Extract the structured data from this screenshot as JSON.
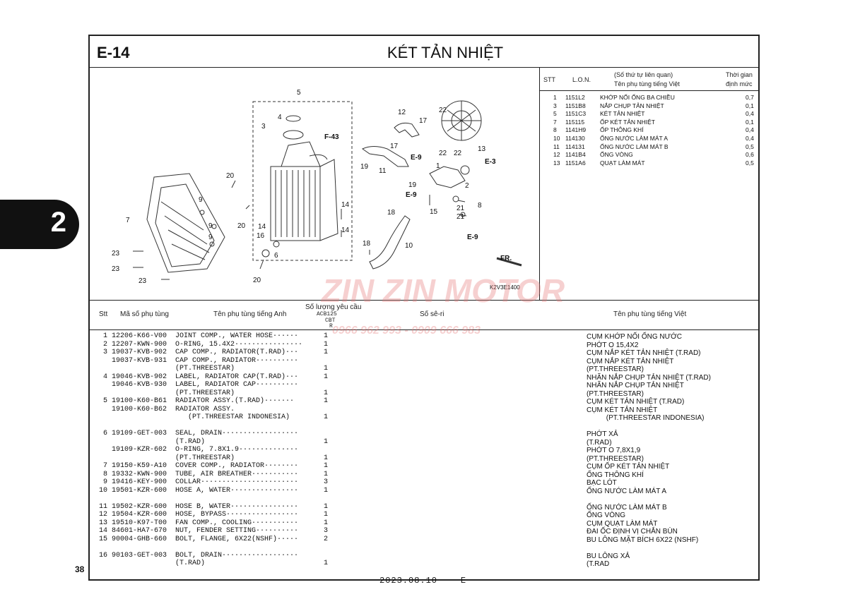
{
  "header": {
    "code": "E-14",
    "title": "KÉT TẢN NHIỆT",
    "side_tab": "2",
    "page_number": "38"
  },
  "diagram": {
    "ref_code": "K2V3E1400",
    "callouts": [
      "1",
      "2",
      "3",
      "4",
      "5",
      "6",
      "7",
      "8",
      "9",
      "10",
      "11",
      "12",
      "13",
      "14",
      "16",
      "17",
      "18",
      "19",
      "20",
      "21",
      "22",
      "23",
      "E-3",
      "E-9",
      "F-43",
      "FR."
    ]
  },
  "ref_table": {
    "headers": {
      "stt": "STT",
      "lon": "L.O.N.",
      "name_top": "(Số thứ tự liên quan)",
      "name": "Tên phụ tùng tiếng Việt",
      "time_top": "Thời gian",
      "time": "định mức"
    },
    "rows": [
      {
        "stt": "1",
        "lon": "1151L2",
        "name": "KHỚP NỐI ỐNG BA CHIỀU",
        "time": "0,7"
      },
      {
        "stt": "3",
        "lon": "1151B8",
        "name": "NẮP CHỤP TẢN NHIỆT",
        "time": "0,1"
      },
      {
        "stt": "5",
        "lon": "1151C3",
        "name": "KÉT TẢN NHIỆT",
        "time": "0,4"
      },
      {
        "stt": "7",
        "lon": "115115",
        "name": "ỐP KÉT TẢN NHIỆT",
        "time": "0,1"
      },
      {
        "stt": "8",
        "lon": "1141H9",
        "name": "ỐP THÔNG KHÍ",
        "time": "0,4"
      },
      {
        "stt": "10",
        "lon": "114130",
        "name": "ỐNG NƯỚC LÀM MÁT A",
        "time": "0,4"
      },
      {
        "stt": "11",
        "lon": "114131",
        "name": "ỐNG NƯỚC LÀM MÁT B",
        "time": "0,5"
      },
      {
        "stt": "12",
        "lon": "1141B4",
        "name": "ỐNG VÒNG",
        "time": "0,6"
      },
      {
        "stt": "13",
        "lon": "1151A6",
        "name": "QUẠT LÀM MÁT",
        "time": "0,5"
      }
    ]
  },
  "parts": {
    "headers": {
      "stt": "Stt",
      "code": "Mã số phụ tùng",
      "name_en": "Tên phụ tùng tiếng Anh",
      "qty": "Số lượng yêu cầu",
      "model1": "ACB125",
      "model2": "CBT",
      "model3": "R",
      "serial": "Số sê-ri",
      "name_vn": "Tên phụ tùng tiếng Việt"
    },
    "rows": [
      {
        "left": "  1 12206-K66-V00  JOINT COMP., WATER HOSE······      1",
        "vn": "CỤM KHỚP NỐI ỐNG NƯỚC",
        "y": 0
      },
      {
        "left": "  2 12207-KWN-900  O-RING, 15.4X2················     1",
        "vn": "PHỚT O 15,4X2",
        "y": 1
      },
      {
        "left": "  3 19037-KVB-902  CAP COMP., RADIATOR(T.RAD)···      1",
        "vn": "CỤM NẮP KÉT TẢN NHIỆT (T.RAD)",
        "y": 2
      },
      {
        "left": "    19037-KVB-931  CAP COMP., RADIATOR··········",
        "vn": "CỤM NẮP KÉT TẢN NHIỆT",
        "y": 3
      },
      {
        "left": "                   (PT.THREESTAR)                     1",
        "vn": "(PT.THREESTAR)",
        "y": 4
      },
      {
        "left": "  4 19046-KVB-902  LABEL, RADIATOR CAP(T.RAD)···      1",
        "vn": "NHÃN NẮP CHỤP TẢN NHIỆT (T.RAD)",
        "y": 5
      },
      {
        "left": "    19046-KVB-930  LABEL, RADIATOR CAP··········",
        "vn": "NHÃN NẮP CHỤP TẢN NHIỆT",
        "y": 6
      },
      {
        "left": "                   (PT.THREESTAR)                     1",
        "vn": "(PT.THREESTAR)",
        "y": 7
      },
      {
        "left": "  5 19100-K60-B61  RADIATOR ASSY.(T.RAD)·······       1",
        "vn": "CỤM KÉT TẢN NHIỆT (T.RAD)",
        "y": 8
      },
      {
        "left": "    19100-K60-B62  RADIATOR ASSY.",
        "vn": "CỤM KÉT TẢN NHIỆT",
        "y": 9
      },
      {
        "left": "                      (PT.THREESTAR INDONESIA)        1",
        "vn": "          (PT.THREESTAR INDONESIA)",
        "y": 10
      },
      {
        "left": "  6 19109-GET-003  SEAL, DRAIN··················",
        "vn": "PHỚT XẢ",
        "y": 12
      },
      {
        "left": "                   (T.RAD)                            1",
        "vn": "(T.RAD)",
        "y": 13
      },
      {
        "left": "    19109-KZR-602  O-RING, 7.8X1.9··············",
        "vn": "PHỚT O 7,8X1,9",
        "y": 14
      },
      {
        "left": "                   (PT.THREESTAR)                     1",
        "vn": "(PT.THREESTAR)",
        "y": 15
      },
      {
        "left": "  7 19150-K59-A10  COVER COMP., RADIATOR········      1",
        "vn": "CỤM ỐP KÉT TẢN NHIỆT",
        "y": 16
      },
      {
        "left": "  8 19332-KWN-900  TUBE, AIR BREATHER···········      1",
        "vn": "ỐNG THÔNG KHÍ",
        "y": 17
      },
      {
        "left": "  9 19416-KEY-900  COLLAR·······················      3",
        "vn": "BẠC LÓT",
        "y": 18
      },
      {
        "left": " 10 19501-KZR-600  HOSE A, WATER················      1",
        "vn": "ỐNG NƯỚC LÀM MÁT A",
        "y": 19
      },
      {
        "left": " 11 19502-KZR-600  HOSE B, WATER················      1",
        "vn": "ỐNG NƯỚC LÀM MÁT B",
        "y": 21
      },
      {
        "left": " 12 19504-KZR-600  HOSE, BYPASS·················      1",
        "vn": "ỐNG VÒNG",
        "y": 22
      },
      {
        "left": " 13 19510-K97-T00  FAN COMP., COOLING···········      1",
        "vn": "CỤM QUẠT LÀM MÁT",
        "y": 23
      },
      {
        "left": " 14 84601-HA7-670  NUT, FENDER SETTING··········      3",
        "vn": "ĐAI ỐC ĐỊNH VỊ CHẮN BÙN",
        "y": 24
      },
      {
        "left": " 15 90004-GHB-660  BOLT, FLANGE, 6X22(NSHF)·····      2",
        "vn": "BU LÔNG MẶT BÍCH 6X22 (NSHF)",
        "y": 25
      },
      {
        "left": " 16 90103-GET-003  BOLT, DRAIN··················",
        "vn": "BU LÔNG XẢ",
        "y": 27
      },
      {
        "left": "                   (T.RAD)                            1",
        "vn": "(T.RAD",
        "y": 28
      }
    ]
  },
  "footer": {
    "date": "2023.08.10",
    "code": "E"
  },
  "watermark": {
    "brand": "ZIN ZIN MOTOR",
    "phone": "0966 962 993 - 0909 666 983"
  }
}
